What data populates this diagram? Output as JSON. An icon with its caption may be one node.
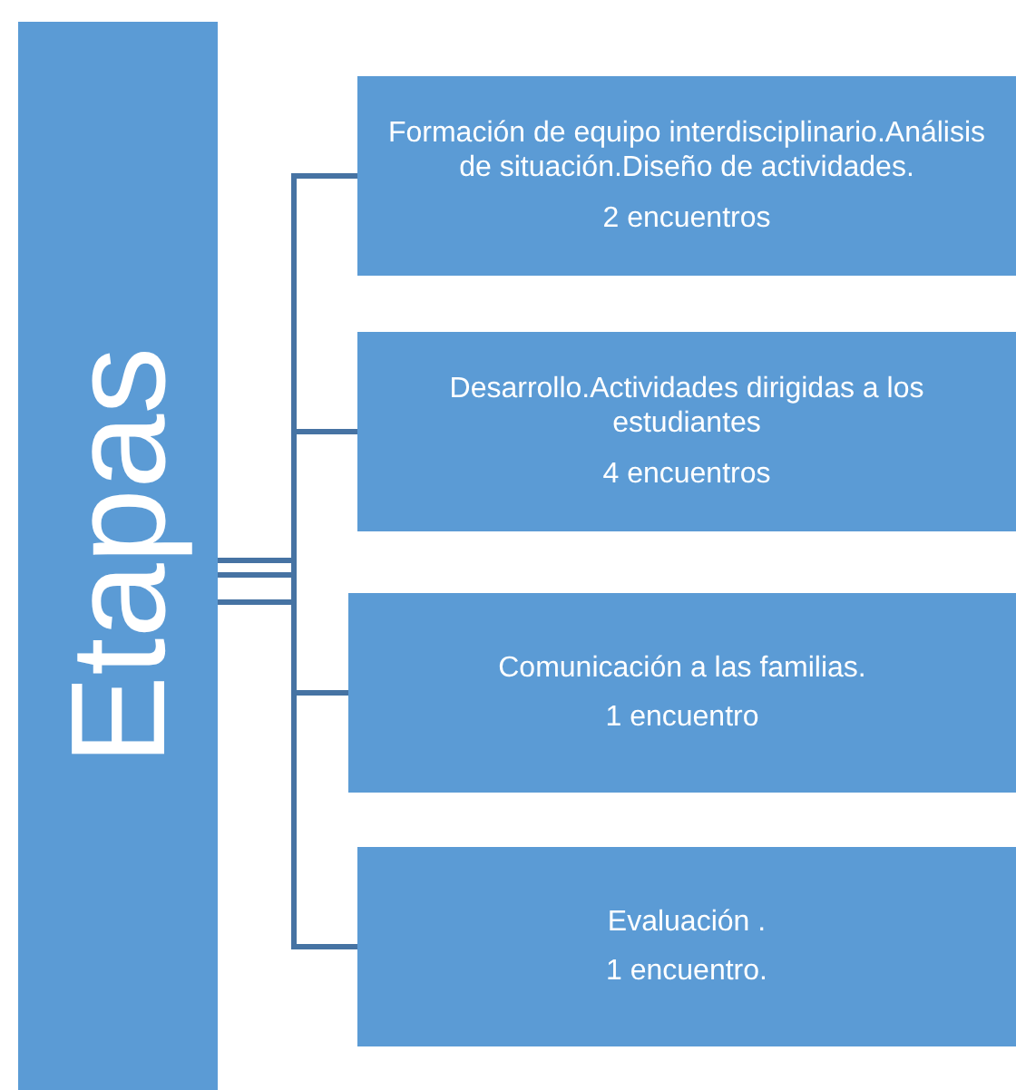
{
  "diagram": {
    "nodes": [
      {
        "text": [
          "Etapas"
        ]
      },
      {
        "text": [
          "Formación de equipo interdisciplinario.Análisis de situación.Diseño de actividades.",
          "2 encuentros"
        ]
      },
      {
        "text": [
          "Desarrollo.Actividades dirigidas a los estudiantes",
          "4 encuentros"
        ]
      },
      {
        "text": [
          "Comunicación a las familias.",
          "1 encuentro"
        ]
      },
      {
        "text": [
          "Evaluación .",
          "1 encuentro."
        ]
      }
    ],
    "edges": [
      {
        "from": 0,
        "to": 1,
        "arrow": "none"
      },
      {
        "from": 0,
        "to": 2,
        "arrow": "none"
      },
      {
        "from": 0,
        "to": 3,
        "arrow": "none"
      },
      {
        "from": 0,
        "to": 4,
        "arrow": "none"
      }
    ]
  }
}
